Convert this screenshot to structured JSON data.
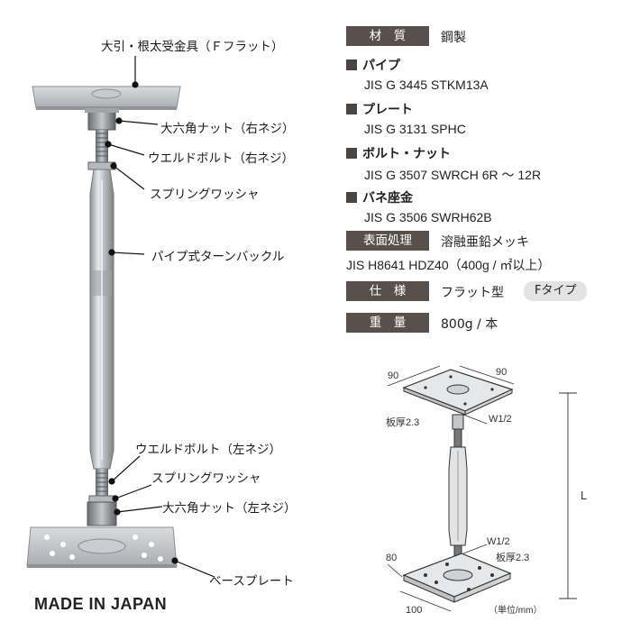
{
  "callouts": {
    "top_bracket": "大引・根太受金具（Ｆフラット）",
    "hex_nut_right": "大六角ナット（右ネジ）",
    "weld_bolt_right": "ウエルドボルト（右ネジ）",
    "spring_washer_top": "スプリングワッシャ",
    "pipe_turnbuckle": "パイプ式ターンバックル",
    "weld_bolt_left": "ウエルドボルト（左ネジ）",
    "spring_washer_bottom": "スプリングワッシャ",
    "hex_nut_left": "大六角ナット（左ネジ）",
    "base_plate": "ベースプレート"
  },
  "made_in": "MADE IN JAPAN",
  "specs": {
    "material_label": "材　質",
    "material_value": "鋼製",
    "materials": [
      {
        "category": "パイプ",
        "standard": "JIS G 3445 STKM13A"
      },
      {
        "category": "プレート",
        "standard": "JIS G 3131 SPHC"
      },
      {
        "category": "ボルト・ナット",
        "standard": "JIS G 3507 SWRCH 6R 〜 12R"
      },
      {
        "category": "バネ座金",
        "standard": "JIS G 3506 SWRH62B"
      }
    ],
    "surface_label": "表面処理",
    "surface_value": "溶融亜鉛メッキ",
    "surface_standard": "JIS H8641 HDZ40（400g / ㎡以上）",
    "spec_label": "仕　様",
    "spec_value": "フラット型",
    "spec_type": "Fタイプ",
    "weight_label": "重　量",
    "weight_value": "800g / 本"
  },
  "diagram": {
    "top_width_left": "90",
    "top_width_right": "90",
    "top_thickness": "板厚2.3",
    "top_thread": "W1/2",
    "length": "L",
    "bottom_thread": "W1/2",
    "bottom_thickness": "板厚2.3",
    "base_depth": "80",
    "base_width": "100",
    "unit_note": "（単位/mm）"
  }
}
